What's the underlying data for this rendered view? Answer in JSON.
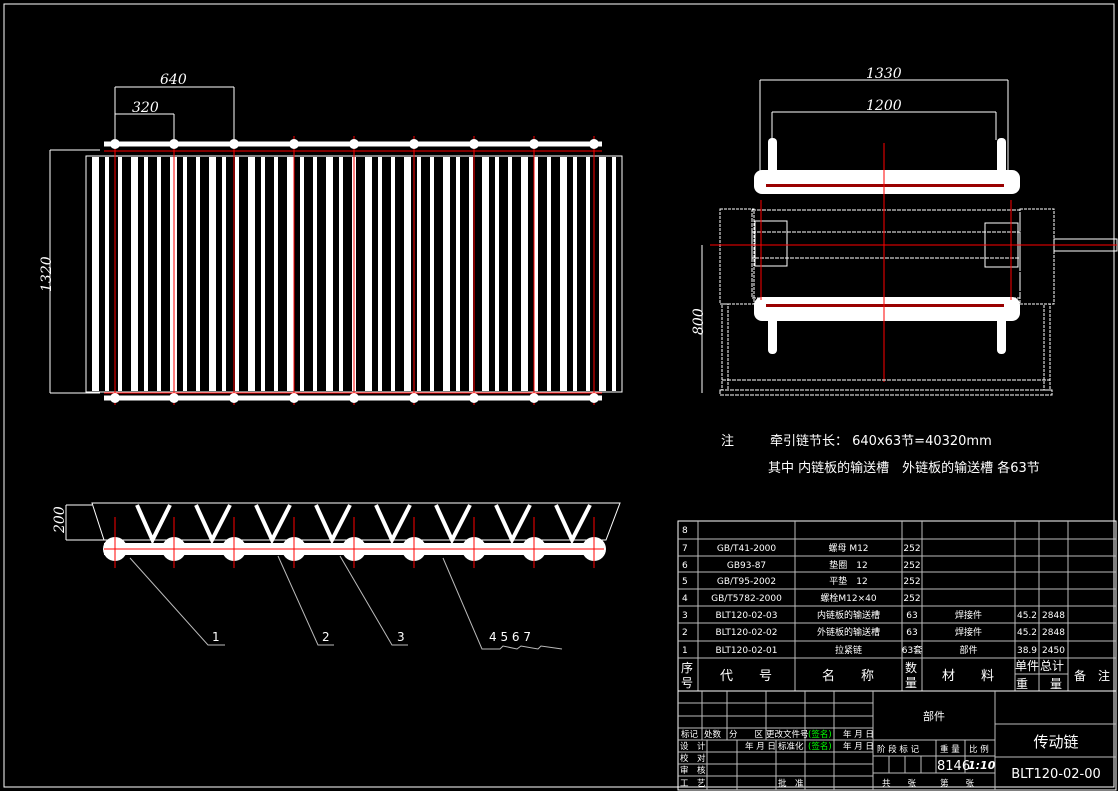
{
  "drawing": {
    "plan_view": {
      "dim_overall_pitch": "640",
      "dim_half_pitch": "320",
      "dim_width": "1320"
    },
    "end_view": {
      "dim_outer": "1330",
      "dim_inner": "1200",
      "dim_height": "800"
    },
    "side_view": {
      "dim_height": "200",
      "balloons": [
        "1",
        "2",
        "3",
        "4 5 6 7"
      ]
    }
  },
  "notes": {
    "label": "注",
    "line1": "牵引链节长： 640x63节=40320mm",
    "line2": "其中 内链板的输送槽　外链板的输送槽 各63节"
  },
  "bom": {
    "rows": [
      {
        "no": "8",
        "code": "",
        "name": "",
        "qty": "",
        "material": "",
        "unit_wt": "",
        "total_wt": "",
        "remark": ""
      },
      {
        "no": "7",
        "code": "GB/T41-2000",
        "name": "螺母 M12",
        "qty": "252",
        "material": "",
        "unit_wt": "",
        "total_wt": "",
        "remark": ""
      },
      {
        "no": "6",
        "code": "GB93-87",
        "name": "垫圈　12",
        "qty": "252",
        "material": "",
        "unit_wt": "",
        "total_wt": "",
        "remark": ""
      },
      {
        "no": "5",
        "code": "GB/T95-2002",
        "name": "平垫　12",
        "qty": "252",
        "material": "",
        "unit_wt": "",
        "total_wt": "",
        "remark": ""
      },
      {
        "no": "4",
        "code": "GB/T5782-2000",
        "name": "螺栓M12×40",
        "qty": "252",
        "material": "",
        "unit_wt": "",
        "total_wt": "",
        "remark": ""
      },
      {
        "no": "3",
        "code": "BLT120-02-03",
        "name": "内链板的输送槽",
        "qty": "63",
        "material": "焊接件",
        "unit_wt": "45.2",
        "total_wt": "2848",
        "remark": ""
      },
      {
        "no": "2",
        "code": "BLT120-02-02",
        "name": "外链板的输送槽",
        "qty": "63",
        "material": "焊接件",
        "unit_wt": "45.2",
        "total_wt": "2848",
        "remark": ""
      },
      {
        "no": "1",
        "code": "BLT120-02-01",
        "name": "拉紧链",
        "qty": "63套",
        "material": "部件",
        "unit_wt": "38.9",
        "total_wt": "2450",
        "remark": ""
      }
    ],
    "header": {
      "no_a": "序",
      "no_b": "号",
      "code": "代　　号",
      "name": "名　　称",
      "qty_a": "数",
      "qty_b": "量",
      "material": "材　　料",
      "unit": "单件",
      "total": "总计",
      "weight_a": "重",
      "weight_b": "量",
      "remark": "备　注"
    }
  },
  "title_block": {
    "revision": {
      "mark": "标记",
      "count": "处数",
      "zone": "分　　区",
      "doc": "更改文件号",
      "sign": "(签名)",
      "date": "年 月 日"
    },
    "design": "设　计",
    "date1": "年 月 日",
    "standard": "标准化",
    "sign2": "(签名)",
    "date2": "年 月 日",
    "check": "校　对",
    "review": "审　核",
    "process": "工　艺",
    "approve": "批　准",
    "type": "部件",
    "stage_mark": "阶 段 标 记",
    "weight_label": "重 量",
    "scale_label": "比 例",
    "weight": "8146",
    "scale": "1:10",
    "sheets": "共　　张",
    "sheet_no": "第　　张",
    "title": "传动链",
    "drawing_no": "BLT120-02-00"
  },
  "colors": {
    "background": "#000000",
    "line": "#ffffff",
    "center": "#ff0000",
    "signature": "#00ff00"
  }
}
